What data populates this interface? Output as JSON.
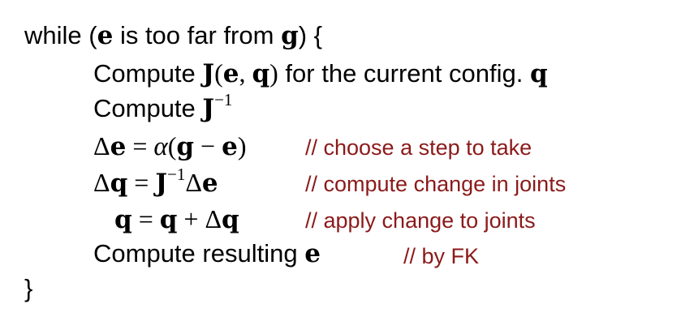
{
  "colors": {
    "text": "#000000",
    "comment": "#8b1a1a",
    "background": "#ffffff"
  },
  "lines": {
    "while_pre": "while (",
    "while_e": "e",
    "while_mid": " is too far from ",
    "while_g": "g",
    "while_post": ") {",
    "j_pre": "Compute ",
    "j_J": "J",
    "j_open": "(",
    "j_e": "e",
    "j_comma": ", ",
    "j_q": "q",
    "j_close": ")",
    "j_post": " for the current config. ",
    "j_q2": "q",
    "inv_pre": "Compute ",
    "inv_J": "J",
    "inv_sup": "−1",
    "de_delta": "Δ",
    "de_e": "e",
    "de_eq": " = ",
    "de_alpha": "α",
    "de_open": "(",
    "de_g": "g",
    "de_minus": " − ",
    "de_e2": "e",
    "de_close": ")",
    "dq_delta": "Δ",
    "dq_q": "q",
    "dq_eq": " = ",
    "dq_J": "J",
    "dq_sup": "−1",
    "dq_delta2": "Δ",
    "dq_e": "e",
    "up_q": "q",
    "up_eq": " = ",
    "up_q2": "q",
    "up_plus": " + ",
    "up_delta": "Δ",
    "up_q3": "q",
    "fk_pre": "Compute resulting ",
    "fk_e": "e",
    "close_brace": "}"
  },
  "comments": {
    "step": "// choose a step to take",
    "change": "// compute change in joints",
    "apply": "// apply change to joints",
    "fk": "// by FK"
  }
}
